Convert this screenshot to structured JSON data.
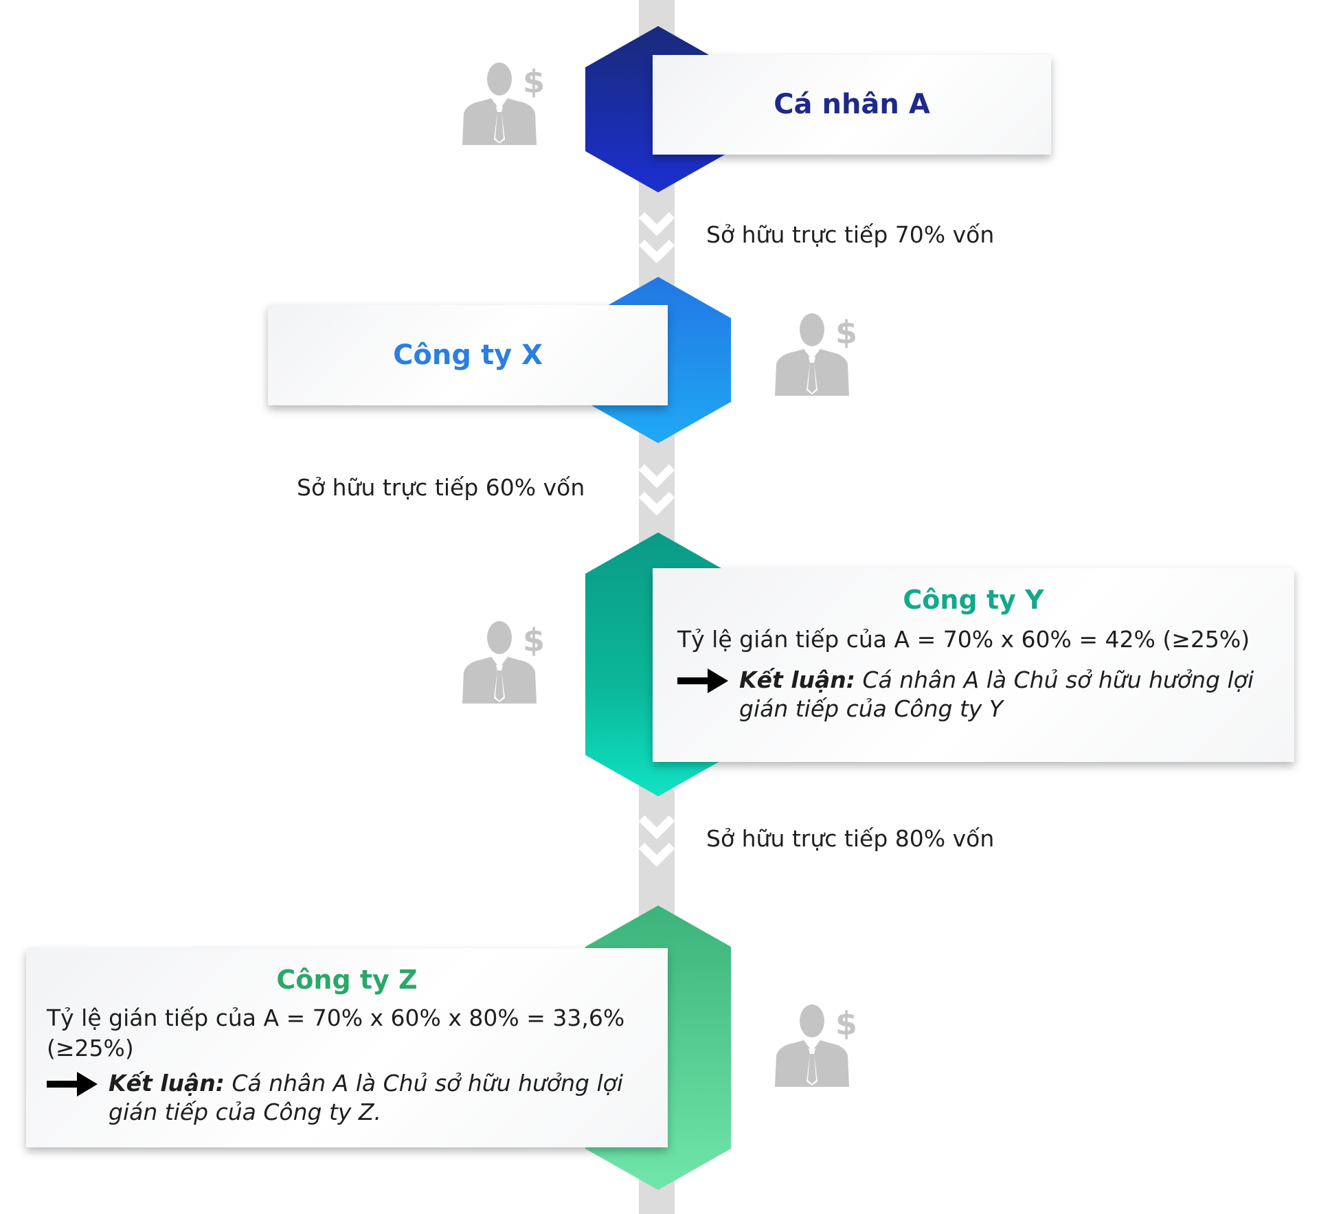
{
  "nodes": [
    {
      "id": "a",
      "title": "Cá nhân A",
      "color": "#1d2a8a"
    },
    {
      "id": "x",
      "title": "Công ty X",
      "color": "#2b7fe0"
    },
    {
      "id": "y",
      "title": "Công ty Y",
      "color": "#12a98a",
      "formula": "Tỷ lệ gián tiếp của A = 70% x 60% = 42% (≥25%)",
      "conclusion_lead": "Kết luận:",
      "conclusion_text": " Cá nhân A là Chủ sở hữu hưởng lợi gián tiếp của Công ty Y"
    },
    {
      "id": "z",
      "title": "Công ty Z",
      "color": "#2aa86a",
      "formula": "Tỷ lệ gián tiếp của A = 70% x 60% x 80% = 33,6% (≥25%)",
      "conclusion_lead": "Kết luận:",
      "conclusion_text": " Cá nhân A là Chủ sở hữu hưởng lợi gián tiếp của Công ty Z."
    }
  ],
  "edges": [
    {
      "from": "a",
      "to": "x",
      "label": "Sở hữu trực tiếp 70% vốn"
    },
    {
      "from": "x",
      "to": "y",
      "label": "Sở hữu trực tiếp 60% vốn"
    },
    {
      "from": "y",
      "to": "z",
      "label": "Sở hữu trực tiếp 80% vốn"
    }
  ],
  "icons": {
    "person": "businessman-dollar-icon",
    "arrow": "right-arrow-icon"
  }
}
